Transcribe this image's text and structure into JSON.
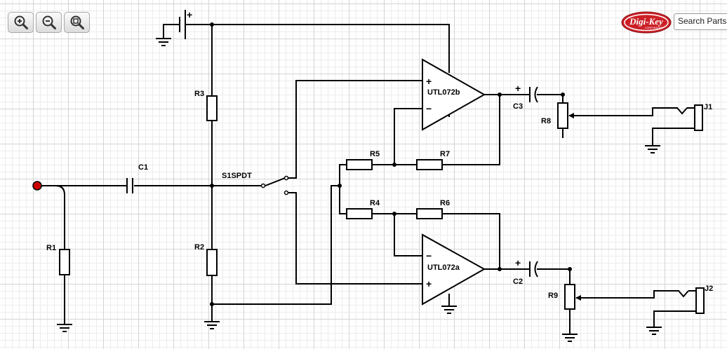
{
  "toolbar": {
    "zoom_in_icon": "magnifier-plus",
    "zoom_out_icon": "magnifier-minus",
    "zoom_fit_icon": "magnifier-fit"
  },
  "brand": {
    "name": "Digi-Key",
    "subtitle": "CORPORATION",
    "color": "#cc2027"
  },
  "search": {
    "label": "Search Parts"
  },
  "components": {
    "C1": "C1",
    "C2": "C2",
    "C3": "C3",
    "R1": "R1",
    "R2": "R2",
    "R3": "R3",
    "R4": "R4",
    "R5": "R5",
    "R6": "R6",
    "R7": "R7",
    "R8": "R8",
    "R9": "R9",
    "S1": "S1SPDT",
    "U1": "UTL072b",
    "U2": "UTL072a",
    "J1": "J1",
    "J2": "J2"
  },
  "symbols": {
    "plus": "+",
    "minus": "−"
  },
  "colors": {
    "input_node": "#cc0000"
  }
}
